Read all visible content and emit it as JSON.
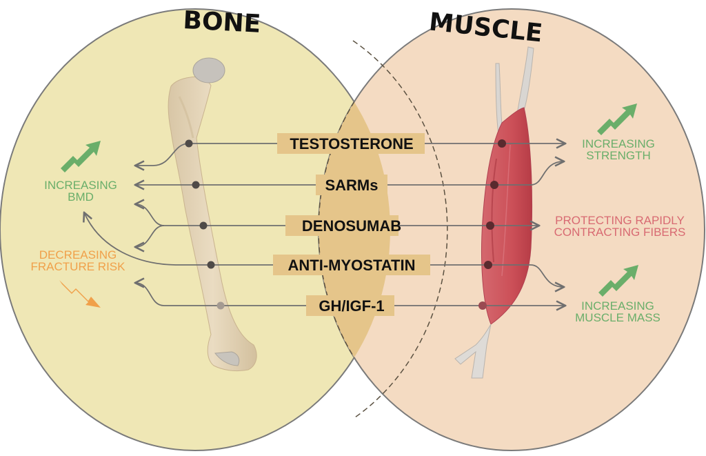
{
  "diagram": {
    "type": "venn",
    "colors": {
      "bone_circle": "#efe7b5",
      "muscle_circle": "#f4dbc2",
      "overlap": "#e5c58a",
      "outline": "#777777",
      "link": "#6f6f6f",
      "positive_green": "#6aae6a",
      "negative_orange": "#f0a04a",
      "protect_red": "#d86a72",
      "node_bone": "#4f4a48",
      "node_muscle": "#5a2a2e"
    },
    "sets": [
      {
        "id": "bone",
        "label": "BONE"
      },
      {
        "id": "muscle",
        "label": "MUSCLE"
      }
    ],
    "interventions": [
      {
        "label": "TESTOSTERONE",
        "bone_effects": [
          "INCREASING BMD"
        ],
        "muscle_effects": [
          "INCREASING STRENGTH"
        ]
      },
      {
        "label": "SARMs",
        "bone_effects": [
          "INCREASING BMD"
        ],
        "muscle_effects": [
          "INCREASING STRENGTH"
        ]
      },
      {
        "label": "DENOSUMAB",
        "bone_effects": [
          "INCREASING BMD",
          "DECREASING FRACTURE RISK"
        ],
        "muscle_effects": [
          "PROTECTING RAPIDLY CONTRACTING FIBERS"
        ]
      },
      {
        "label": "ANTI-MYOSTATIN",
        "bone_effects": [
          "INCREASING BMD"
        ],
        "muscle_effects": [
          "INCREASING MUSCLE MASS"
        ]
      },
      {
        "label": "GH/IGF-1",
        "bone_effects": [
          "DECREASING FRACTURE RISK"
        ],
        "muscle_effects": [
          "INCREASING MUSCLE MASS"
        ]
      }
    ],
    "outcomes": {
      "bone": [
        {
          "line1": "INCREASING",
          "line2": "BMD",
          "trend": "up",
          "icon": "trend-up-arrow-icon"
        },
        {
          "line1": "DECREASING",
          "line2": "FRACTURE RISK",
          "trend": "down",
          "icon": "trend-down-arrow-icon"
        }
      ],
      "muscle": [
        {
          "line1": "INCREASING",
          "line2": "STRENGTH",
          "trend": "up",
          "icon": "trend-up-arrow-icon"
        },
        {
          "line1": "PROTECTING RAPIDLY",
          "line2": "CONTRACTING FIBERS",
          "trend": "none"
        },
        {
          "line1": "INCREASING",
          "line2": "MUSCLE MASS",
          "trend": "up",
          "icon": "trend-up-arrow-icon"
        }
      ]
    },
    "illustrations": [
      {
        "name": "femur-bone-illustration"
      },
      {
        "name": "muscle-illustration"
      }
    ]
  }
}
